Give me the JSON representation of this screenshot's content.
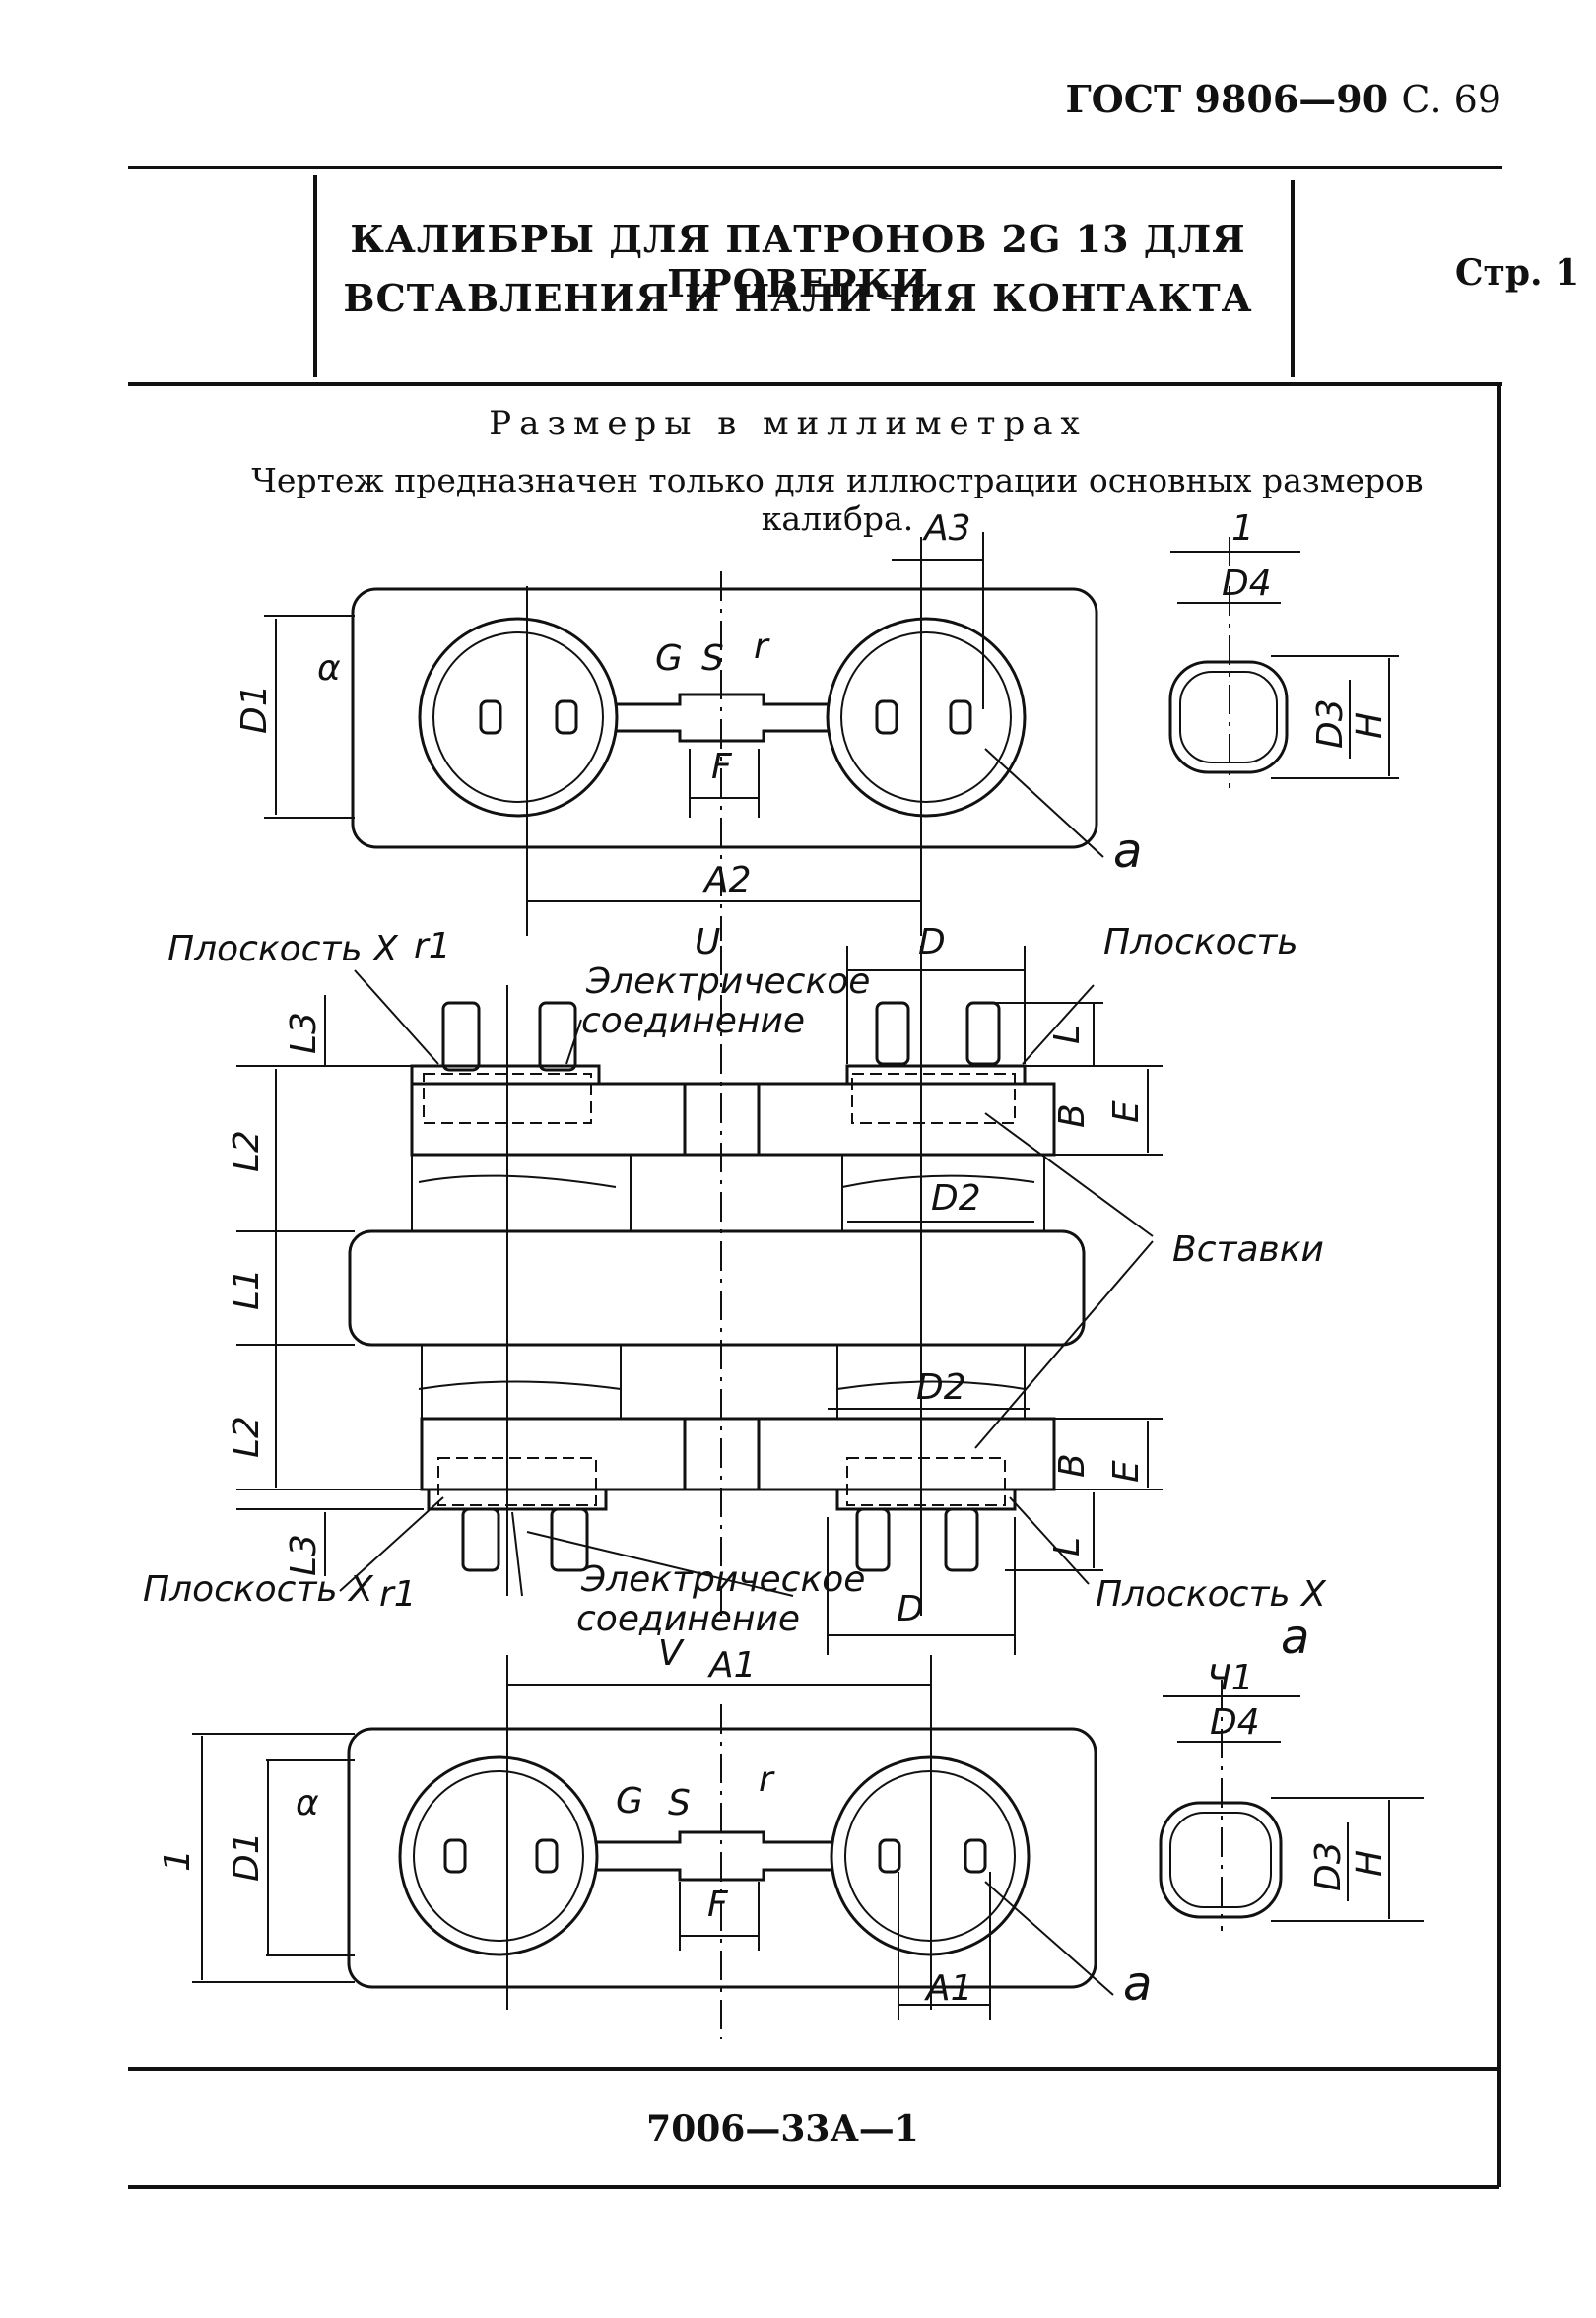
{
  "header": {
    "standard": "ГОСТ 9806—90",
    "page": "С. 69"
  },
  "title": {
    "line1": "КАЛИБРЫ ДЛЯ ПАТРОНОВ 2G 13 ДЛЯ ПРОВЕРКИ",
    "line2": "ВСТАВЛЕНИЯ И НАЛИЧИЯ КОНТАКТА",
    "sheet": "Стр. 1"
  },
  "units": "Размеры в миллиметрах",
  "note": "Чертеж предназначен только для иллюстрации основных размеров калибра.",
  "labels": {
    "plane_x": "Плоскость Х",
    "plane": "Плоскость",
    "electrical_connection_1": "Электрическое",
    "electrical_connection_2": "соединение",
    "inserts": "Вставки",
    "u": "U",
    "v": "V",
    "a": "a",
    "dims": {
      "A1": "A1",
      "A2": "A2",
      "A3": "A3",
      "D": "D",
      "D1": "D1",
      "D2": "D2",
      "D3": "D3",
      "D4": "D4",
      "H": "H",
      "L": "L",
      "L1": "L1",
      "L2": "L2",
      "L3": "L3",
      "B": "B",
      "E": "E",
      "F": "F",
      "G": "G",
      "S": "S",
      "r": "r",
      "r1": "r1",
      "alpha": "α",
      "one": "1",
      "c1": "Ч1"
    }
  },
  "footer": {
    "code": "7006—33А—1"
  }
}
